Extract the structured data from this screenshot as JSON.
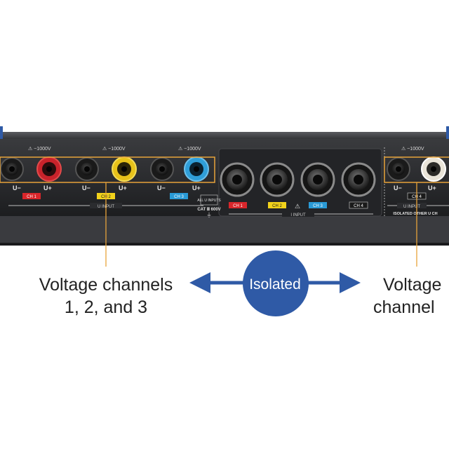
{
  "panel": {
    "left_group": {
      "warning": "⚠",
      "rating": [
        "~1000V",
        "600V"
      ],
      "rating_prefix": "CAT",
      "jack_labels": [
        "U−",
        "U+",
        "U−",
        "U+",
        "U−",
        "U+"
      ],
      "channel_tags": [
        {
          "text": "CH 1",
          "color": "#d9262b"
        },
        {
          "text": "CH 2",
          "color": "#f2d21b"
        },
        {
          "text": "CH 3",
          "color": "#2a9ad6"
        }
      ],
      "section_label": "U INPUT",
      "all_inputs_note": "ALL U INPUTS",
      "cat_note": "CAT Ⅲ 600V"
    },
    "middle_group": {
      "channel_tags": [
        {
          "text": "CH 1",
          "color": "#d9262b"
        },
        {
          "text": "CH 2",
          "color": "#f2d21b"
        },
        {
          "text": "CH 3",
          "color": "#2a9ad6"
        },
        {
          "text": "CH 4",
          "color": "#1a1a1a"
        }
      ],
      "section_label": "I INPUT"
    },
    "right_group": {
      "jack_labels": [
        "U−",
        "U+"
      ],
      "channel_tag": "CH 4",
      "section_label": "U INPUT",
      "isolated_note": "ISOLATED OTHER U CH"
    }
  },
  "callouts": {
    "left_line1": "Voltage channels",
    "left_line2": "1, 2, and 3",
    "right_line1": "Voltage",
    "right_line2": "channel",
    "center_badge": "Isolated"
  },
  "colors": {
    "highlight": "#e8a33a",
    "badge": "#2f5aa6",
    "arrow": "#2f5aa6",
    "panel": "#2b2c2f",
    "red_jack": "#c8232b",
    "yellow_jack": "#e7c21a",
    "blue_jack": "#2f9ed8"
  }
}
